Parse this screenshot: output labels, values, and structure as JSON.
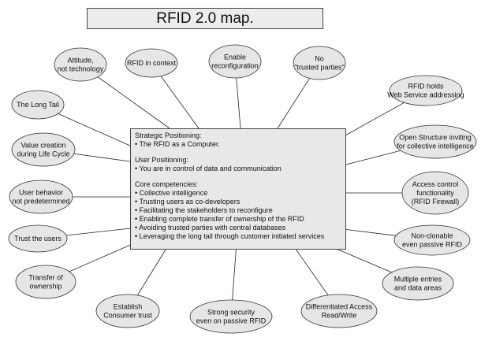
{
  "title": "RFID 2.0 map.",
  "core": {
    "strategic_heading": "Strategic Positioning:",
    "strategic_items": [
      "• The RFID as a Computer."
    ],
    "user_heading": "User Positioning:",
    "user_items": [
      "• You are in control of data and communication"
    ],
    "competencies_heading": "Core competencies:",
    "competencies_items": [
      "• Collective intelligence",
      "• Trusting users as co-developers",
      "• Facilitating the stakeholders to reconfigure",
      "• Enabling complete transfer of ownership of the RFID",
      "• Avoiding trusted parties with central databases",
      "• Leveraging the long tail through customer initiated services"
    ]
  },
  "nodes": [
    [
      "Attitude,",
      "not technology"
    ],
    [
      "RFID in context"
    ],
    [
      "Enable",
      "reconfiguration"
    ],
    [
      "No",
      "\"trusted parties\""
    ],
    [
      "RFID holds",
      "Web Service addressing"
    ],
    [
      "The Long Tail"
    ],
    [
      "Value creation",
      "during Life Cycle"
    ],
    [
      "Open Structure inviting",
      "for collective intelligence"
    ],
    [
      "User behavior",
      "not predetermined"
    ],
    [
      "Access control",
      "functionality",
      "(RFID Firewall)"
    ],
    [
      "Trust the users"
    ],
    [
      "Non-clonable",
      "even passive RFID"
    ],
    [
      "Transfer of",
      "ownership"
    ],
    [
      "Multiple entries",
      "and data areas"
    ],
    [
      "Establish",
      "Consumer trust"
    ],
    [
      "Strong security",
      "even on passive RFID"
    ],
    [
      "Differentiated Access",
      "Read/Write"
    ]
  ]
}
